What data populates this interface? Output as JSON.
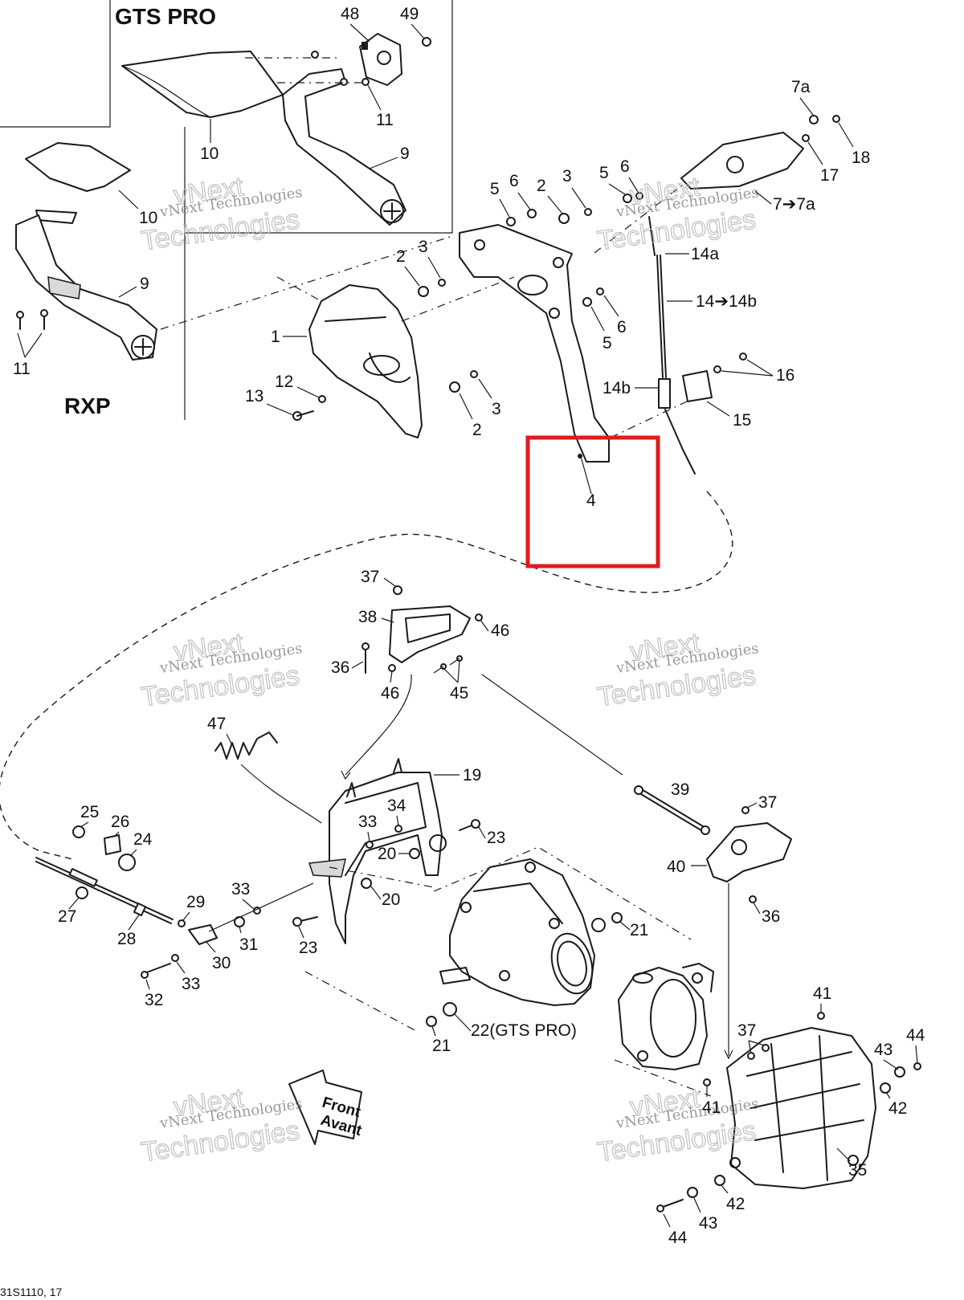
{
  "variants": {
    "gts_pro": "GTS PRO",
    "rxp": "RXP"
  },
  "front_arrow": {
    "line1": "Front",
    "line2": "Avant"
  },
  "watermark": {
    "line1": "vNext Technologies",
    "line2": "Technologies",
    "line3": "vNext"
  },
  "caption": "31S1110, 17",
  "highlight_color": "#e01b1b",
  "callouts": [
    {
      "text": "48"
    },
    {
      "text": "49"
    },
    {
      "text": "11"
    },
    {
      "text": "10"
    },
    {
      "text": "9"
    },
    {
      "text": "10"
    },
    {
      "text": "9"
    },
    {
      "text": "11"
    },
    {
      "text": "7a"
    },
    {
      "text": "18"
    },
    {
      "text": "17"
    },
    {
      "text": "7➔7a"
    },
    {
      "text": "5"
    },
    {
      "text": "6"
    },
    {
      "text": "2"
    },
    {
      "text": "3"
    },
    {
      "text": "5"
    },
    {
      "text": "6"
    },
    {
      "text": "14a"
    },
    {
      "text": "14➔14b"
    },
    {
      "text": "2"
    },
    {
      "text": "3"
    },
    {
      "text": "1"
    },
    {
      "text": "6"
    },
    {
      "text": "5"
    },
    {
      "text": "16"
    },
    {
      "text": "14b"
    },
    {
      "text": "15"
    },
    {
      "text": "12"
    },
    {
      "text": "13"
    },
    {
      "text": "3"
    },
    {
      "text": "2"
    },
    {
      "text": "4"
    },
    {
      "text": "37"
    },
    {
      "text": "38"
    },
    {
      "text": "46"
    },
    {
      "text": "36"
    },
    {
      "text": "46"
    },
    {
      "text": "45"
    },
    {
      "text": "47"
    },
    {
      "text": "19"
    },
    {
      "text": "39"
    },
    {
      "text": "37"
    },
    {
      "text": "40"
    },
    {
      "text": "36"
    },
    {
      "text": "25"
    },
    {
      "text": "26"
    },
    {
      "text": "24"
    },
    {
      "text": "34"
    },
    {
      "text": "33"
    },
    {
      "text": "23"
    },
    {
      "text": "20"
    },
    {
      "text": "20"
    },
    {
      "text": "29"
    },
    {
      "text": "27"
    },
    {
      "text": "28"
    },
    {
      "text": "33"
    },
    {
      "text": "31"
    },
    {
      "text": "30"
    },
    {
      "text": "23"
    },
    {
      "text": "32"
    },
    {
      "text": "33"
    },
    {
      "text": "21"
    },
    {
      "text": "22(GTS PRO)"
    },
    {
      "text": "21"
    },
    {
      "text": "41"
    },
    {
      "text": "37"
    },
    {
      "text": "44"
    },
    {
      "text": "43"
    },
    {
      "text": "42"
    },
    {
      "text": "41"
    },
    {
      "text": "35"
    },
    {
      "text": "42"
    },
    {
      "text": "43"
    },
    {
      "text": "44"
    }
  ]
}
